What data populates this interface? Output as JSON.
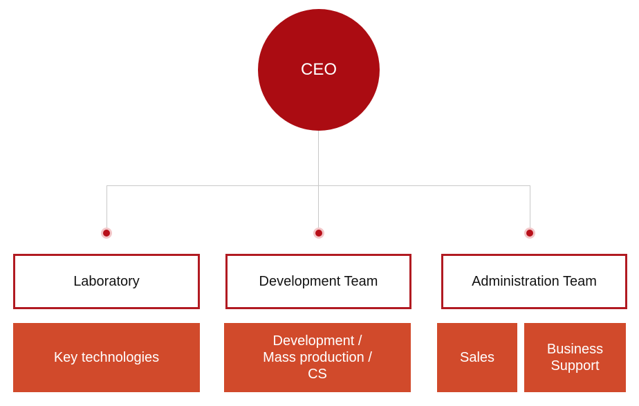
{
  "ceo": {
    "label": "CEO"
  },
  "teams": [
    {
      "label": "Laboratory"
    },
    {
      "label": "Development Team"
    },
    {
      "label": "Administration Team"
    }
  ],
  "units": [
    {
      "label": "Key technologies"
    },
    {
      "label": "Development /\nMass production /\nCS"
    },
    {
      "label": "Sales"
    },
    {
      "label": "Business\nSupport"
    }
  ],
  "colors": {
    "ceo_fill": "#ab0c12",
    "team_border": "#b11a21",
    "unit_fill": "#d14a2b",
    "connector": "#c8c8c8"
  }
}
